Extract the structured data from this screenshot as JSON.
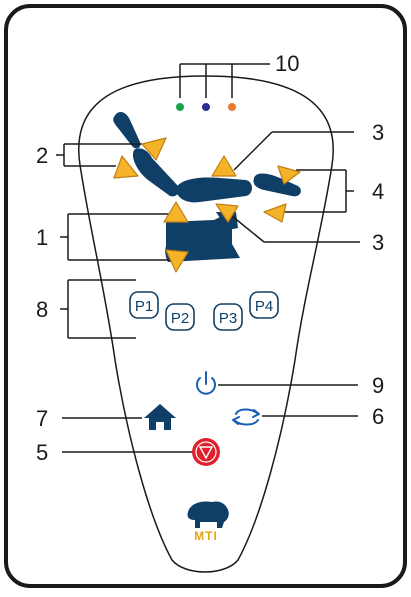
{
  "colors": {
    "chair": "#0f3f66",
    "arrow_fill": "#f5b32a",
    "arrow_stroke": "#c17f11",
    "led_green": "#19a34a",
    "led_blue": "#2a2f8f",
    "led_orange": "#e87a30",
    "stop_red": "#e0202a",
    "frame": "#1a1a1a"
  },
  "callouts": {
    "c10": "10",
    "c2": "2",
    "c3a": "3",
    "c4": "4",
    "c1": "1",
    "c3b": "3",
    "c8": "8",
    "c9": "9",
    "c7": "7",
    "c6": "6",
    "c5": "5"
  },
  "presets": {
    "p1": "P1",
    "p2": "P2",
    "p3": "P3",
    "p4": "P4"
  },
  "brand": {
    "logo_text": "MTI"
  },
  "icons": {
    "power": "power-icon",
    "home": "home-icon",
    "cycle": "cycle-arrows-icon",
    "stop": "emergency-stop-icon",
    "logo": "bear-logo-icon"
  }
}
